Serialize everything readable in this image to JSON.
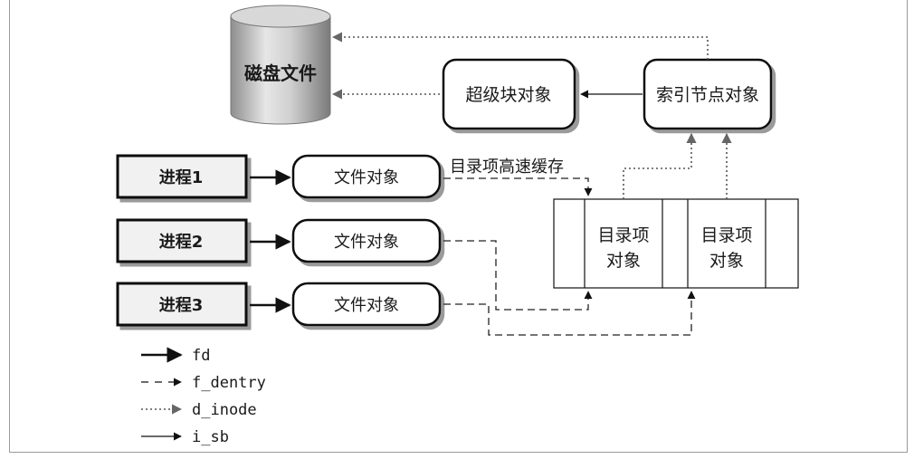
{
  "disk": {
    "label": "磁盘文件"
  },
  "superblock": {
    "label": "超级块对象"
  },
  "inode": {
    "label": "索引节点对象"
  },
  "processes": [
    {
      "label": "进程1"
    },
    {
      "label": "进程2"
    },
    {
      "label": "进程3"
    }
  ],
  "file_objects": [
    {
      "label": "文件对象"
    },
    {
      "label": "文件对象"
    },
    {
      "label": "文件对象"
    }
  ],
  "dentry_cache": {
    "label": "目录项高速缓存"
  },
  "dentries": [
    {
      "line1": "目录项",
      "line2": "对象"
    },
    {
      "line1": "目录项",
      "line2": "对象"
    }
  ],
  "legend": [
    {
      "label": "fd",
      "style": "solid"
    },
    {
      "label": "f_dentry",
      "style": "dashed"
    },
    {
      "label": "d_inode",
      "style": "dotted"
    },
    {
      "label": "i_sb",
      "style": "thin-solid"
    }
  ]
}
